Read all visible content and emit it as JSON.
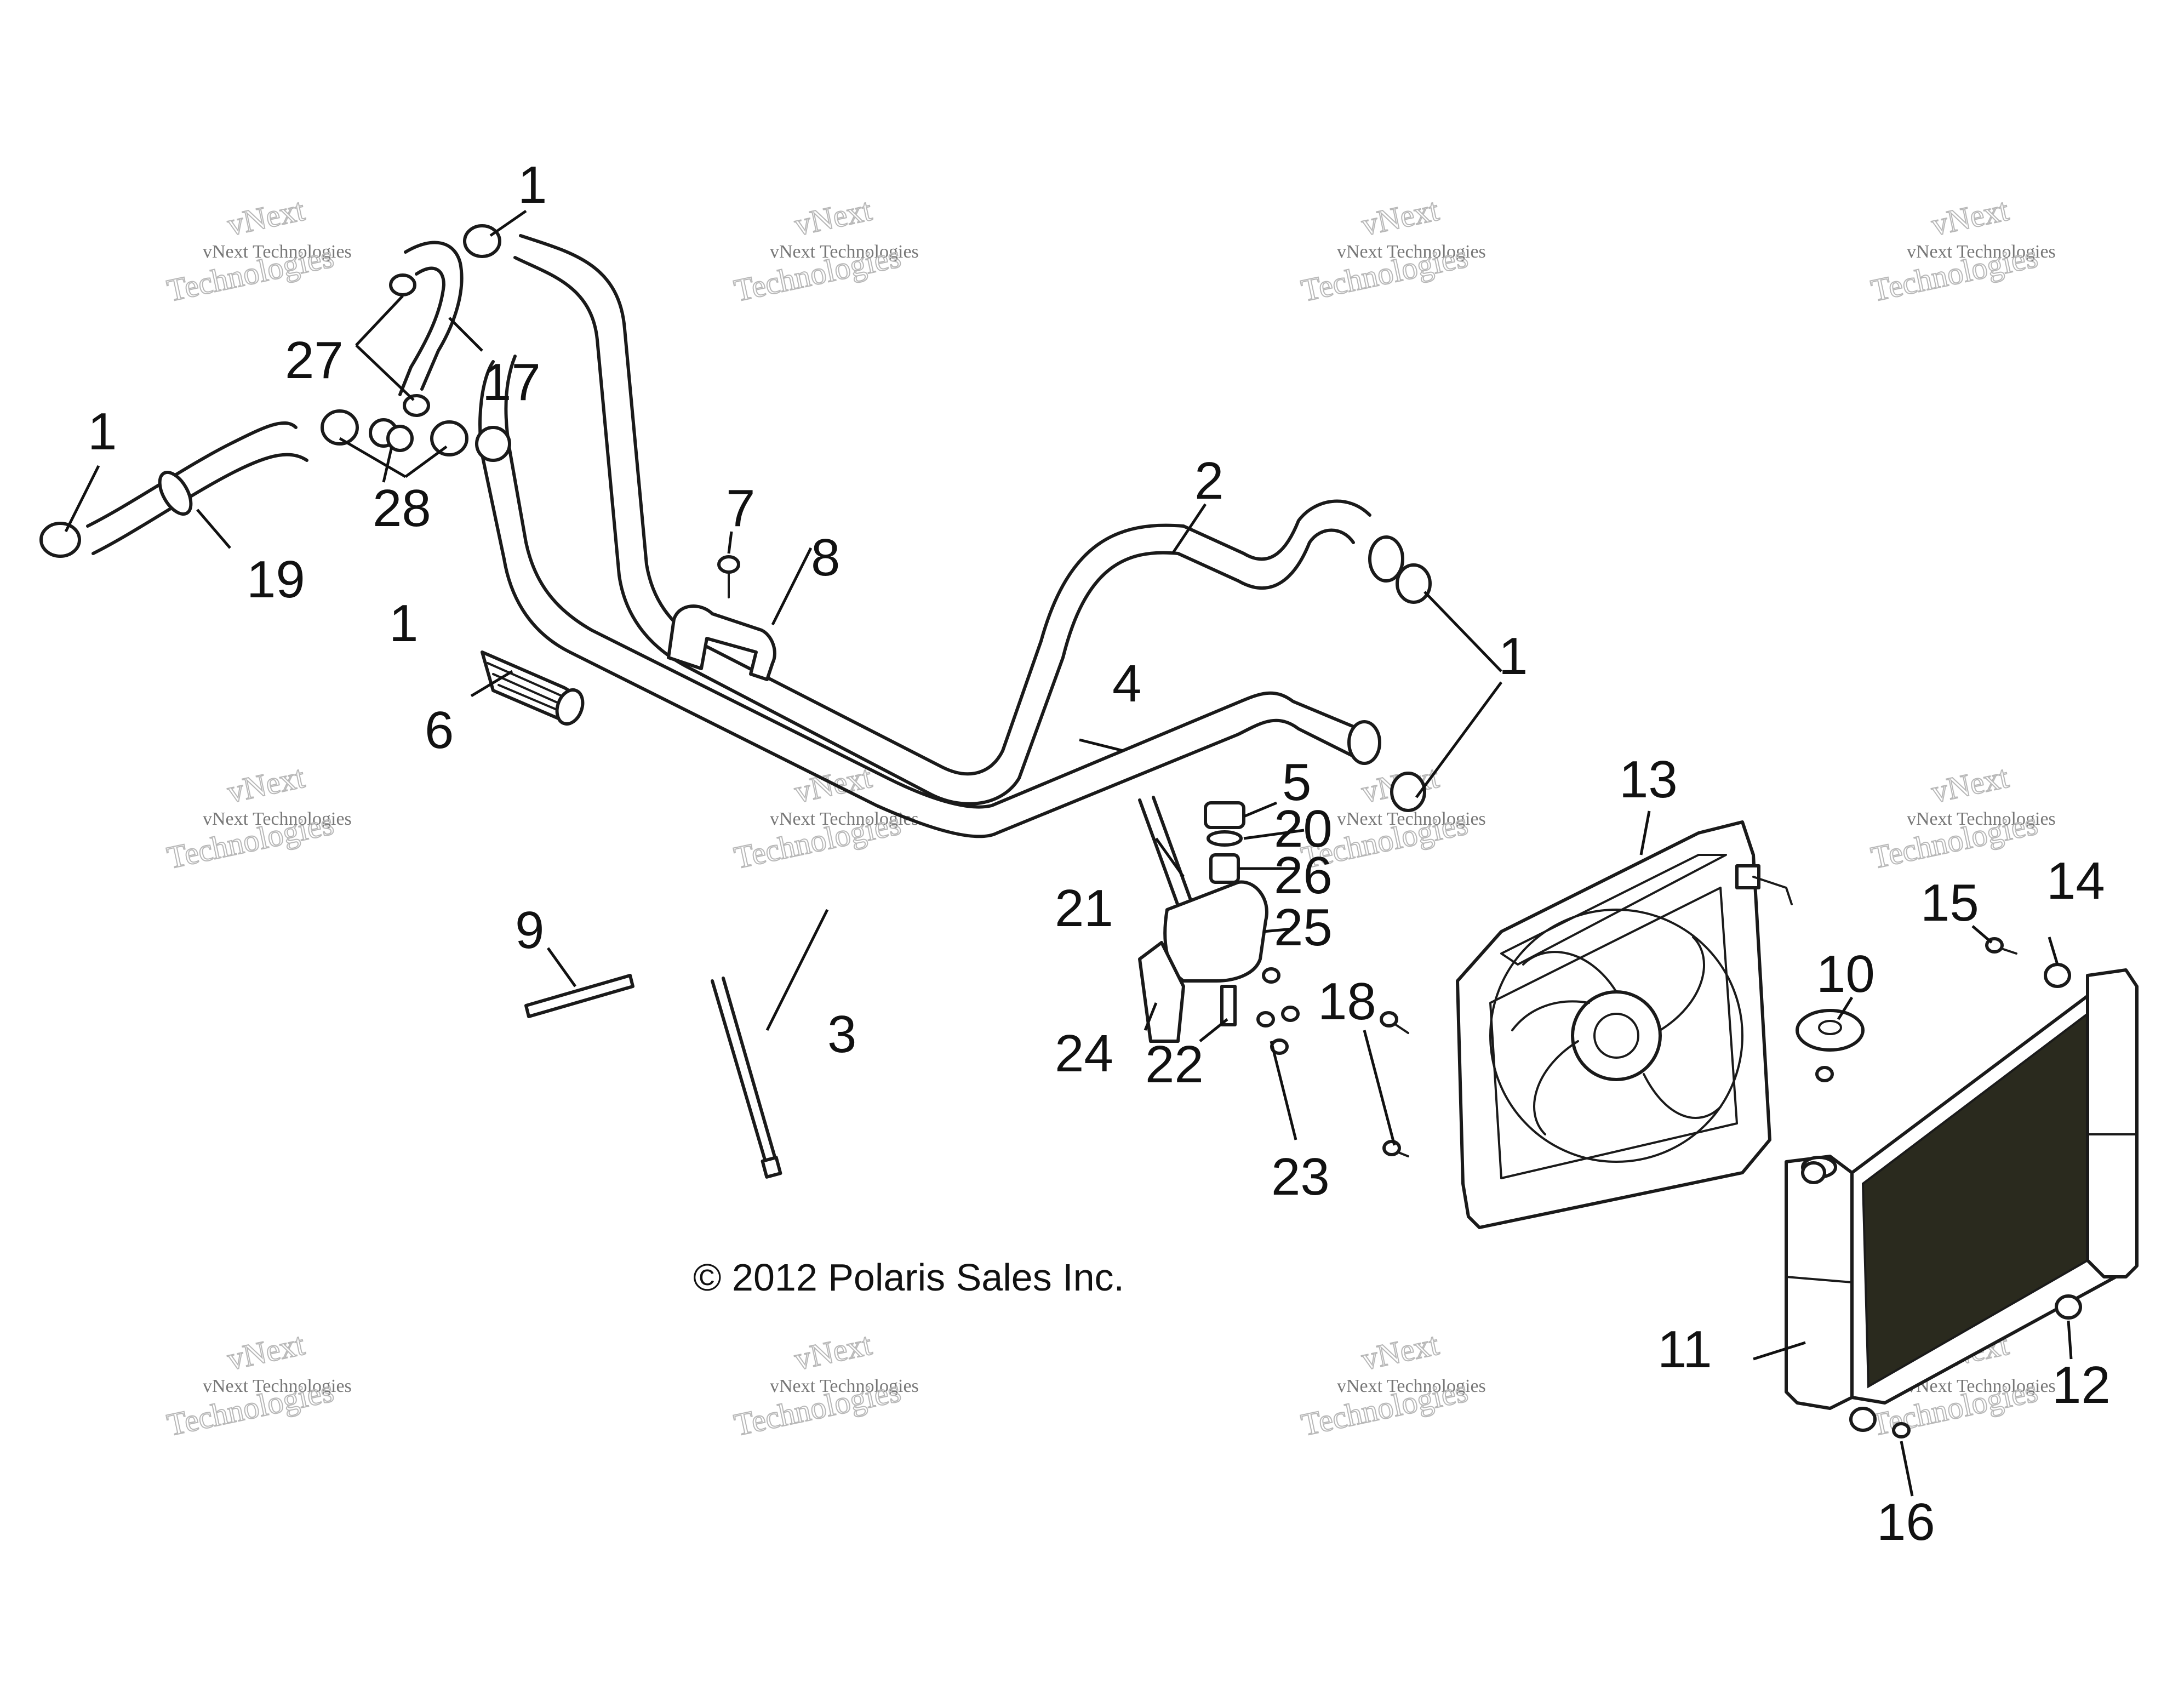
{
  "copyright": "© 2012 Polaris Sales Inc.",
  "watermark": {
    "line1": "vNext",
    "line2": "vNext Technologies",
    "line3": "Technologies"
  },
  "callouts": {
    "c1": "1",
    "c2": "2",
    "c3": "3",
    "c4": "4",
    "c5": "5",
    "c6": "6",
    "c7": "7",
    "c8": "8",
    "c9": "9",
    "c10": "10",
    "c11": "11",
    "c12": "12",
    "c13": "13",
    "c14": "14",
    "c15": "15",
    "c16": "16",
    "c17": "17",
    "c18": "18",
    "c19": "19",
    "c20": "20",
    "c21": "21",
    "c22": "22",
    "c23": "23",
    "c24": "24",
    "c25": "25",
    "c26": "26",
    "c27": "27",
    "c28": "28"
  },
  "colors": {
    "line": "#1a1a1a",
    "radiator_core": "#2a2a1e",
    "watermark": "#b8b8b8"
  }
}
